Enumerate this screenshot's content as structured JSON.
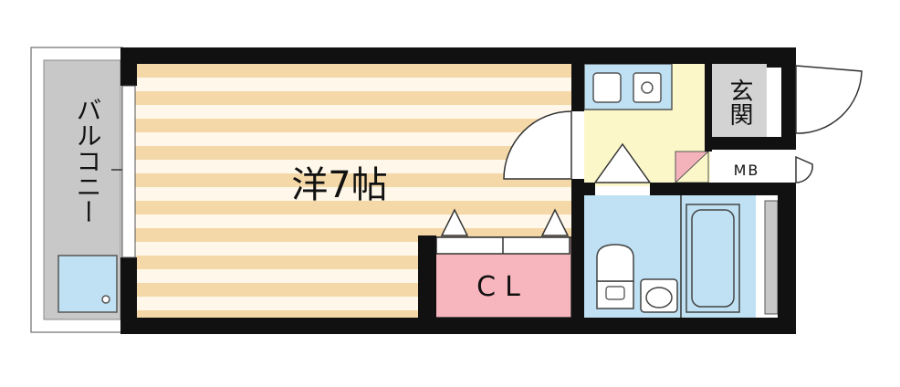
{
  "rooms": {
    "western_room": {
      "label": "洋7帖"
    },
    "balcony": {
      "label": "バルコニー"
    },
    "entrance": {
      "label": "玄関"
    },
    "closet": {
      "label": "CL"
    },
    "meter_box": {
      "label": "MB"
    }
  },
  "colors": {
    "wall": "#111111",
    "floor_stripe_wood": "#f5d8a8",
    "floor_stripe_light": "#fff8ea",
    "balcony_floor": "#c8c8c8",
    "kitchen_floor": "#fbf7c9",
    "fixture_blue": "#bfe1f3",
    "closet_pink": "#f7b6bd",
    "entrance_floor": "#d3d3d3",
    "shoe_box_pink": "#f4b3ba"
  },
  "icons": [
    "sink-icon",
    "stove-icon",
    "toilet-icon",
    "washbasin-icon",
    "bathtub-icon",
    "washer-pan-icon",
    "door-swing-icon"
  ]
}
